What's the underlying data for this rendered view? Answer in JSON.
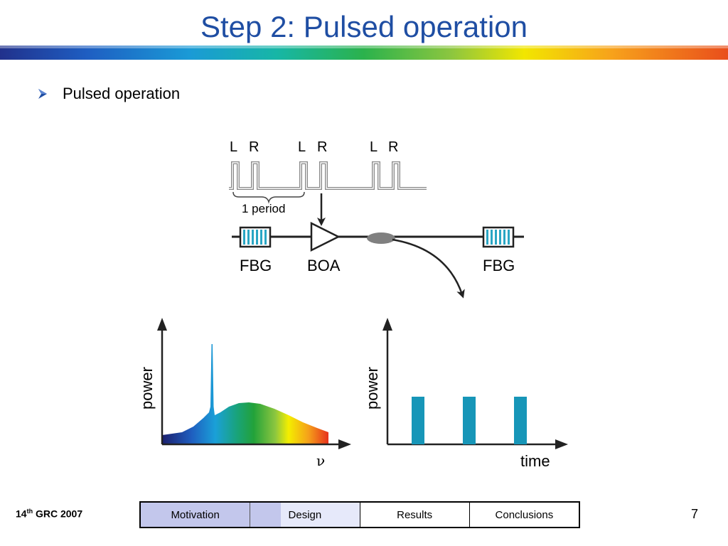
{
  "slide": {
    "title": "Step 2: Pulsed operation",
    "bullet": "Pulsed operation"
  },
  "diagram": {
    "pulse_labels": [
      {
        "l": "L",
        "r": "R"
      },
      {
        "l": "L",
        "r": "R"
      },
      {
        "l": "L",
        "r": "R"
      }
    ],
    "period_label": "1 period",
    "fbg_left_label": "FBG",
    "boa_label": "BOA",
    "fbg_right_label": "FBG",
    "spectrum_ylabel": "power",
    "spectrum_xlabel": "ν",
    "time_ylabel": "power",
    "time_xlabel": "time"
  },
  "footer": {
    "conference_number": "14",
    "conference_sup": "th",
    "conference_name": " GRC 2007",
    "page_number": "7"
  },
  "nav": {
    "motivation": "Motivation",
    "design": "Design",
    "results": "Results",
    "conclusions": "Conclusions"
  },
  "colors": {
    "title": "#1f4ea3",
    "fbg_fill": "#2aa6c4",
    "pulse_fill": "#1796b8",
    "nav_active": "#c3c7ec"
  }
}
